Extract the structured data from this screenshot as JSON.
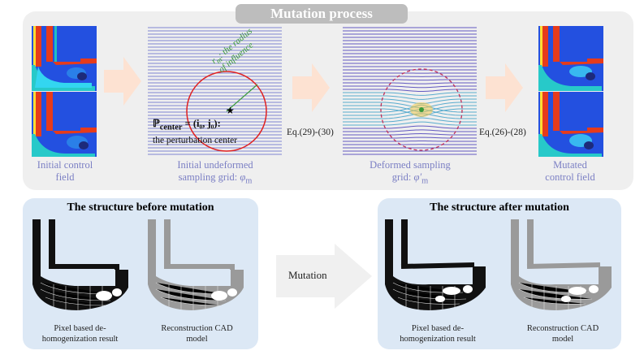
{
  "title": "Mutation process",
  "captions": {
    "initial_field": [
      "Initial control",
      "field"
    ],
    "initial_grid": [
      "Initial undeformed",
      "sampling grid: "
    ],
    "deformed_grid": [
      "Deformed sampling",
      "grid: "
    ],
    "mutated_field": [
      "Mutated",
      "control field"
    ]
  },
  "grid_symbols": {
    "initial": "φ",
    "initial_sub": "m",
    "deformed": "φ′",
    "deformed_sub": "m"
  },
  "equations": {
    "first": "Eq.(29)-(30)",
    "second": "Eq.(26)-(28)"
  },
  "annotations": {
    "radius_label": "r",
    "radius_sub": "m",
    "radius_text": ": the radius",
    "radius_text2": "of influence",
    "center_label": "ℙ",
    "center_sub": "center",
    "center_eq": " = (i₀, j₀):",
    "center_text": "the perturbation center"
  },
  "bottom_left": {
    "title": "The structure before mutation",
    "left_caption": [
      "Pixel based de-",
      "homogenization result"
    ],
    "right_caption": [
      "Reconstruction CAD",
      "model"
    ]
  },
  "bottom_right": {
    "title": "The structure after mutation",
    "left_caption": [
      "Pixel based de-",
      "homogenization result"
    ],
    "right_caption": [
      "Reconstruction CAD",
      "model"
    ]
  },
  "mutation_label": "Mutation",
  "colors": {
    "caption": "#7b7fc4",
    "grid_line": "#5a63c9",
    "deformed_line": "#4a3fb8",
    "circle_red": "#e02020",
    "annotation_green": "#3a9a3a",
    "arrow_peach": "#fde2d2",
    "panel_blue": "#dce8f5"
  }
}
